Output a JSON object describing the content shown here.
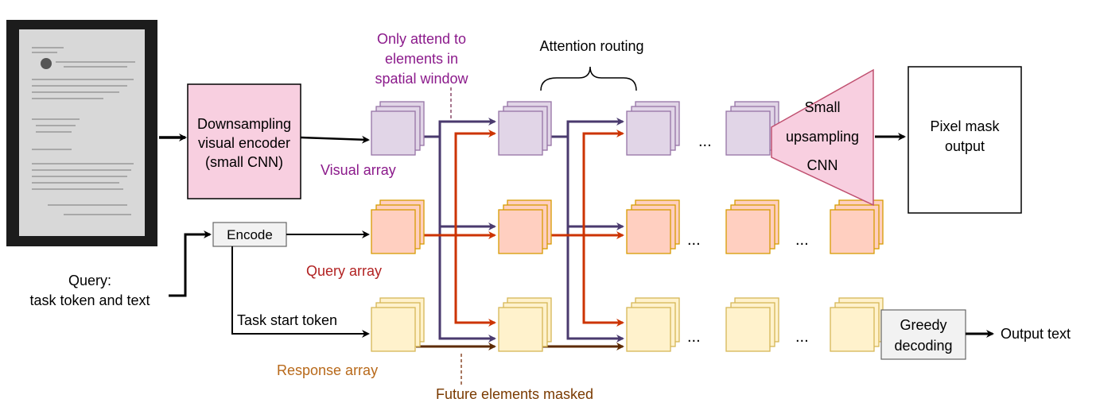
{
  "labels": {
    "query_label_line1": "Query:",
    "query_label_line2": "task token and text",
    "encoder_line1": "Downsampling",
    "encoder_line2": "visual encoder",
    "encoder_line3": "(small CNN)",
    "encode_box": "Encode",
    "visual_array": "Visual array",
    "query_array": "Query array",
    "response_array": "Response array",
    "task_start_token": "Task start token",
    "spatial_note_line1": "Only attend to",
    "spatial_note_line2": "elements in",
    "spatial_note_line3": "spatial window",
    "attention_routing": "Attention routing",
    "upsampling_line1": "Small",
    "upsampling_line2": "upsampling",
    "upsampling_line3": "CNN",
    "pixel_mask_line1": "Pixel mask",
    "pixel_mask_line2": "output",
    "greedy_line1": "Greedy",
    "greedy_line2": "decoding",
    "output_text": "Output text",
    "future_masked": "Future elements masked",
    "ellipsis": "..."
  },
  "colors": {
    "visual_fill": "#e1d5e7",
    "visual_stroke": "#9673a6",
    "query_fill": "#ffcfc0",
    "query_stroke": "#d79b00",
    "response_fill": "#fff2cc",
    "response_stroke": "#d6b656",
    "encoder_fill": "#f8cfe0",
    "visual_arrow": "#4a3a6e",
    "query_arrow": "#cc3300",
    "response_arrow": "#5c2a00",
    "purple_text": "#8b1a8b",
    "red_text": "#b22222",
    "orange_text": "#b8691a",
    "encode_fill": "#f2f2f2"
  },
  "icons": {
    "document": "document-thumbnail-icon"
  }
}
